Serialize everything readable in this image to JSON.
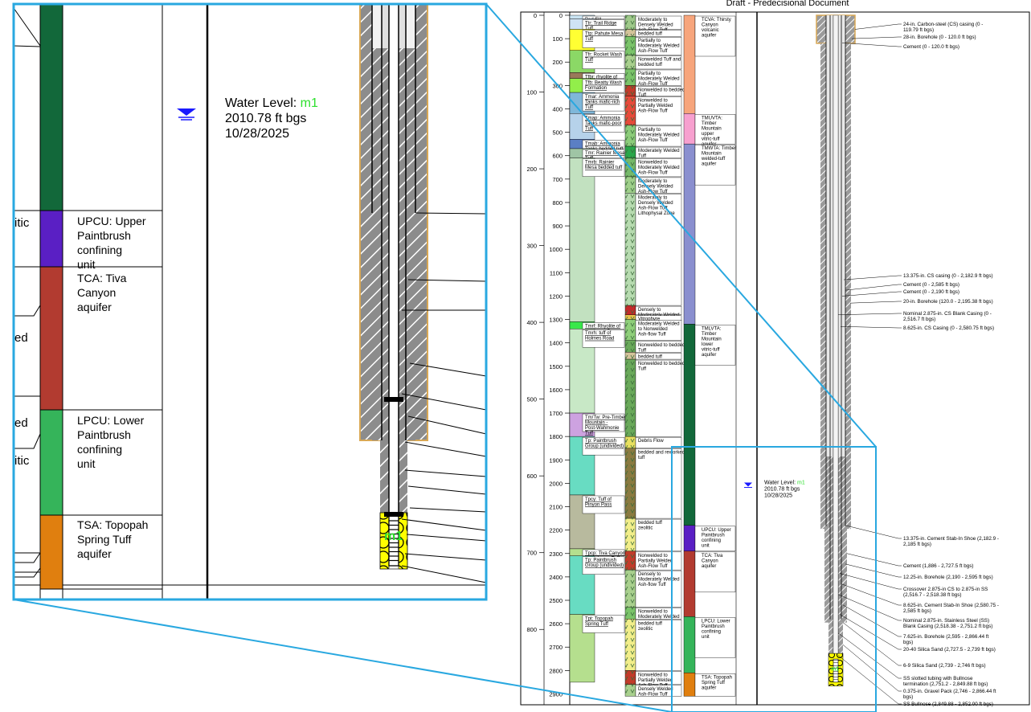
{
  "header": {
    "title": "Draft - Predecisional Document"
  },
  "depth_ft": {
    "ticks": [
      "0",
      "100",
      "200",
      "300",
      "400",
      "500",
      "600",
      "700",
      "800",
      "900",
      "1000",
      "1100",
      "1200",
      "1300",
      "1400",
      "1500",
      "1600",
      "1700",
      "1800",
      "1900",
      "2000",
      "2100",
      "2200",
      "2300",
      "2400",
      "2500",
      "2600",
      "2700",
      "2800",
      "2900"
    ]
  },
  "depth_m": {
    "ticks": [
      "0",
      "100",
      "200",
      "300",
      "400",
      "500",
      "600",
      "700",
      "800"
    ]
  },
  "lithostrat": [
    {
      "label": "Pad Fill",
      "color": "#c9e3f2"
    },
    {
      "label": "Ttr: Trail Ridge Tuff",
      "color": "#cfe3f5"
    },
    {
      "label": "Ttp: Pahute Mesa Tuff",
      "color": "#ffff33"
    },
    {
      "label": "Tfr: Rocket Wash Tuff",
      "color": "#8bd866"
    },
    {
      "label": "Tfbr: rhyolite of Chukar Canyon",
      "color": "#9a7a5a"
    },
    {
      "label": "Tfb: Beatty Wash Formation",
      "color": "#92ee4a"
    },
    {
      "label": "Tmar: Ammonia Tanks mafic-rich Tuff",
      "color": "#7fb7d9"
    },
    {
      "label": "Tmap: Ammonia Tanks mafic-poor Tuff",
      "color": "#b6d2ea"
    },
    {
      "label": "Tmab: Ammonia Tanks bedded tuff",
      "color": "#5b7fc4"
    },
    {
      "label": "Tmr: Rainier Mesa Tuff",
      "color": "#9fc5a5"
    },
    {
      "label": "Tmrb: Rainier Mesa bedded tuff",
      "color": "#c2e1c0"
    },
    {
      "label": "Tmrf: Rhyolite of Fluorspar Canyon",
      "color": "#38e84a"
    },
    {
      "label": "Tmrh: tuff of Holmes Road",
      "color": "#c8e8c6"
    },
    {
      "label": "Tm/Tw: Pre-Timber Mountain - Post-Wahmonie Tuff",
      "color": "#cda2e0"
    },
    {
      "label": "Tp: Paintbrush Group (undivided)",
      "color": "#68dcc2"
    },
    {
      "label": "Tpcy: Tuff of Pinyon Pass",
      "color": "#b8ba9e"
    },
    {
      "label": "Tpcp: Tiva Canyon crystal-poor Tuff",
      "color": "#b5df8e"
    },
    {
      "label": "Tp: Paintbrush Group (undivided)",
      "color": "#68dcc2"
    },
    {
      "label": "Tpt: Topopah Spring Tuff",
      "color": "#b5df8e"
    }
  ],
  "welding": [
    {
      "label": "Moderately to Densely Welded Ash-Flow Tuff"
    },
    {
      "label": "bedded tuff"
    },
    {
      "label": "Partially to Moderately Welded Ash-Flow Tuff"
    },
    {
      "label": "Nonwelded Tuff and bedded tuff"
    },
    {
      "label": "Partially to Moderately Welded Ash-Flow Tuff"
    },
    {
      "label": "Nonwelded to bedded Tuff"
    },
    {
      "label": "Nonwelded to Partially Welded Ash-Flow Tuff"
    },
    {
      "label": "Partially to Moderately Welded Ash-Flow Tuff"
    },
    {
      "label": "Moderately Welded Tuff"
    },
    {
      "label": "Nonwelded to Moderately Welded Ash-Flow Tuff"
    },
    {
      "label": "Moderately to Densely Welded Ash-Flow Tuff"
    },
    {
      "label": "Moderately to Densely Welded Ash-Flow Tuff Lithophysal Zone"
    },
    {
      "label": "Densely to Moderately Welded Ash-flow Tuff"
    },
    {
      "label": "Vitrophyre"
    },
    {
      "label": "Moderately Welded to Nonwelded Ash-flow Tuff"
    },
    {
      "label": "Nonwelded to bedded Tuff"
    },
    {
      "label": "bedded tuff"
    },
    {
      "label": "Nonwelded to bedded Tuff"
    },
    {
      "label": "Debris Flow"
    },
    {
      "label": "bedded and reworked tuff"
    },
    {
      "label": "bedded tuff zeolitic"
    },
    {
      "label": "Nonwelded to Partially Welded Ash-Flow Tuff"
    },
    {
      "label": "Densely to Moderately Welded Ash-flow Tuff"
    },
    {
      "label": "Nonwelded to Moderately Welded Ash-Flow Tuff"
    },
    {
      "label": "bedded tuff zeolitic"
    },
    {
      "label": "Nonwelded to Partially Welded Ash-Flow Tuff"
    },
    {
      "label": "Densely Welded Ash-Flow Tuff"
    }
  ],
  "hydro": [
    {
      "label": "TCVA: Thirsty Canyon volcanic aquifer",
      "color": "#f7a57c"
    },
    {
      "label": "TMUVTA: Timber Mountain upper vitric-tuff aquifer",
      "color": "#f7a0cf"
    },
    {
      "label": "TMWTA: Timber Mountain welded-tuff aquifer",
      "color": "#8a8fcf"
    },
    {
      "label": "TMLVTA: Timber Mountain lower vitric-tuff aquifer",
      "color": "#12683a"
    },
    {
      "label": "UPCU: Upper Paintbrush confining unit",
      "color": "#5a1fc4"
    },
    {
      "label": "TCA: Tiva Canyon aquifer",
      "color": "#b23b30"
    },
    {
      "label": "LPCU: Lower Paintbrush confining unit",
      "color": "#35b45a"
    },
    {
      "label": "TSA: Topopah Spring Tuff aquifer",
      "color": "#e07f0f"
    }
  ],
  "water_level": {
    "prefix": "Water Level:",
    "well": "m1",
    "depth": "2010.78 ft bgs",
    "date": "10/28/2025",
    "well_color": "#2ee02e",
    "marker_color": "#1a1aff"
  },
  "well_annotations": [
    "24-in. Carbon-steel (CS) casing (0 - 119.79 ft bgs)",
    "28-in. Borehole (0 - 120.0 ft bgs)",
    "Cement (0 - 120.0 ft bgs)",
    "13.375-in. CS casing (0 - 2,182.9 ft bgs)",
    "Cement (0 - 2,585 ft bgs)",
    "Cement (0 - 2,190 ft bgs)",
    "20-in. Borehole (120.0 - 2,195.38 ft bgs)",
    "Nominal 2.875-in. CS Blank Casing (0 - 2,516.7 ft bgs)",
    "8.625-in. CS Casing (0 - 2,580.75 ft bgs)",
    "13.375-in. Cement Stab-In Shoe (2,182.9 - 2,185 ft bgs)",
    "Cement (1,886 - 2,727.5 ft bgs)",
    "12.25-in. Borehole (2,190 - 2,595 ft bgs)",
    "Crossover 2.875-in CS to 2.875-in SS (2,516.7 - 2,518.38 ft bgs)",
    "8.625-in. Cement Stab-In Shoe (2,580.75 - 2,585 ft bgs)",
    "Nominal 2.875-in. Stainless Steel (SS) Blank Casing (2,518.38 - 2,751.2 ft bgs)",
    "7.625-in. Borehole (2,595 - 2,866.44 ft bgs)",
    "20-40 Silica Sand (2,727.5 - 2,739 ft bgs)",
    "6-9 Silica Sand (2,739 - 2,746 ft bgs)",
    "SS slotted tubing with Bullnose termination (2,751.2 - 2,849.88 ft bgs)",
    "0.375-in. Gravel Pack (2,746 - 2,866.44 ft bgs)",
    "SS Bullnose (2,849.88 - 2,852.00 ft bgs)"
  ],
  "zoom_panel": {
    "partial_labels": [
      "itic",
      "ed",
      "ed",
      "itic"
    ],
    "hydro_labels": [
      "UPCU: Upper Paintbrush confining unit",
      "TCA: Tiva Canyon aquifer",
      "LPCU: Lower Paintbrush confining unit",
      "TSA: Topopah Spring Tuff aquifer"
    ],
    "well_tag": "m1"
  },
  "colors": {
    "frame": "#29a8e0",
    "grout": "#8a8a8a",
    "cement_tan": "#d9a855",
    "sand": "#ffff00"
  }
}
